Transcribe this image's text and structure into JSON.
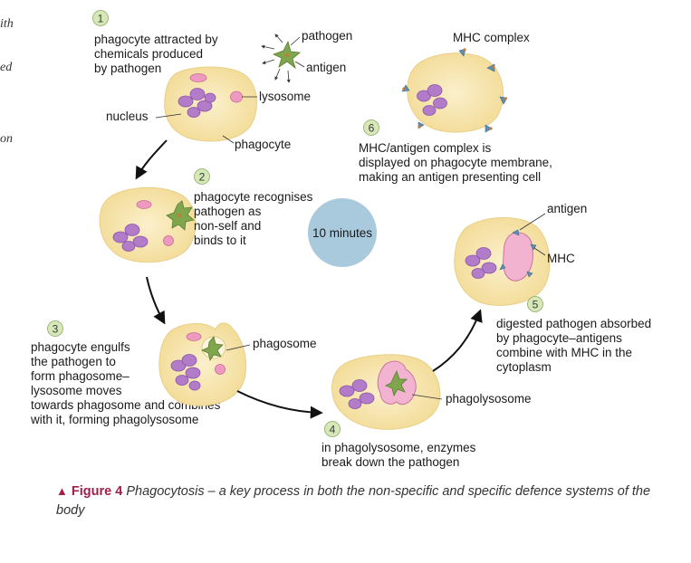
{
  "edge_text": [
    "ith",
    "",
    "ed",
    "on"
  ],
  "steps": [
    {
      "number": "1",
      "lines": [
        "phagocyte attracted by",
        "chemicals produced",
        "by pathogen"
      ]
    },
    {
      "number": "2",
      "lines": [
        "phagocyte recognises",
        "pathogen as",
        "non-self and",
        "binds to it"
      ]
    },
    {
      "number": "3",
      "lines": [
        "phagocyte engulfs",
        "the pathogen to",
        "form phagosome–",
        "lysosome moves",
        "towards phagosome and combines",
        "with it, forming phagolysosome"
      ]
    },
    {
      "number": "4",
      "lines": [
        "in phagolysosome, enzymes",
        "break down the pathogen"
      ]
    },
    {
      "number": "5",
      "lines": [
        "digested pathogen absorbed",
        "by phagocyte–antigens",
        "combine with MHC in the",
        "cytoplasm"
      ]
    },
    {
      "number": "6",
      "lines": [
        "MHC/antigen complex is",
        "displayed on phagocyte membrane,",
        "making an antigen presenting cell"
      ]
    }
  ],
  "labels": {
    "pathogen": "pathogen",
    "antigen_1": "antigen",
    "lysosome": "lysosome",
    "nucleus": "nucleus",
    "phagocyte": "phagocyte",
    "phagosome": "phagosome",
    "phagolysosome": "phagolysosome",
    "antigen_5": "antigen",
    "mhc": "MHC",
    "mhc_complex": "MHC complex"
  },
  "timer": "10 minutes",
  "colors": {
    "cell_fill": "#f9e7b2",
    "nucleus": "#b27cc9",
    "lysosome": "#ee9ac0",
    "pathogen": "#7fa64d",
    "mhc": "#5d8fb0",
    "number_circle": "#d6e8b6",
    "timer": "#a9c9dc",
    "figure_accent": "#a0204a"
  },
  "caption": {
    "figure": "Figure 4",
    "text": "Phagocytosis – a key process in both the non-specific and specific defence systems of the body"
  }
}
